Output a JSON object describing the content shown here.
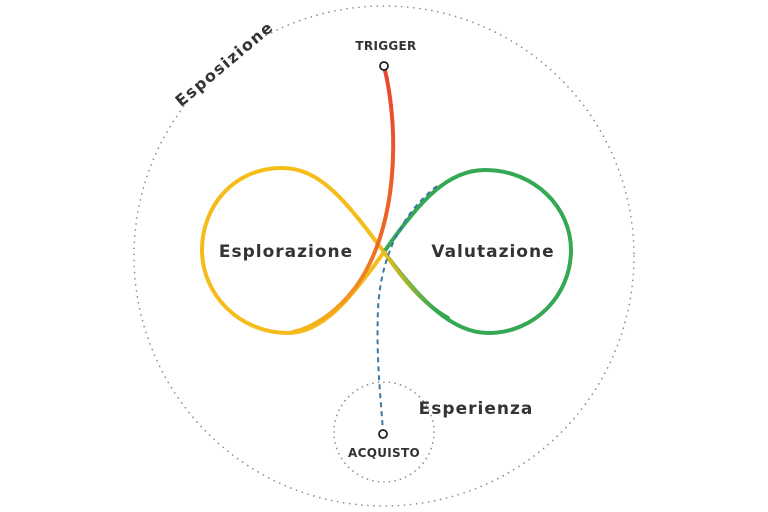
{
  "labels": {
    "esposizione": "Esposizione",
    "trigger": "TRIGGER",
    "esplorazione": "Esplorazione",
    "valutazione": "Valutazione",
    "esperienza": "Esperienza",
    "acquisto": "ACQUISTO"
  },
  "colors": {
    "esplorazione_loop": "#f5bc1c",
    "valutazione_loop": "#34a853",
    "trigger_path": "#ea4335",
    "acquisto_path": "#3b78a8",
    "dotted_circle": "#8a8a8a",
    "text": "#333333"
  }
}
